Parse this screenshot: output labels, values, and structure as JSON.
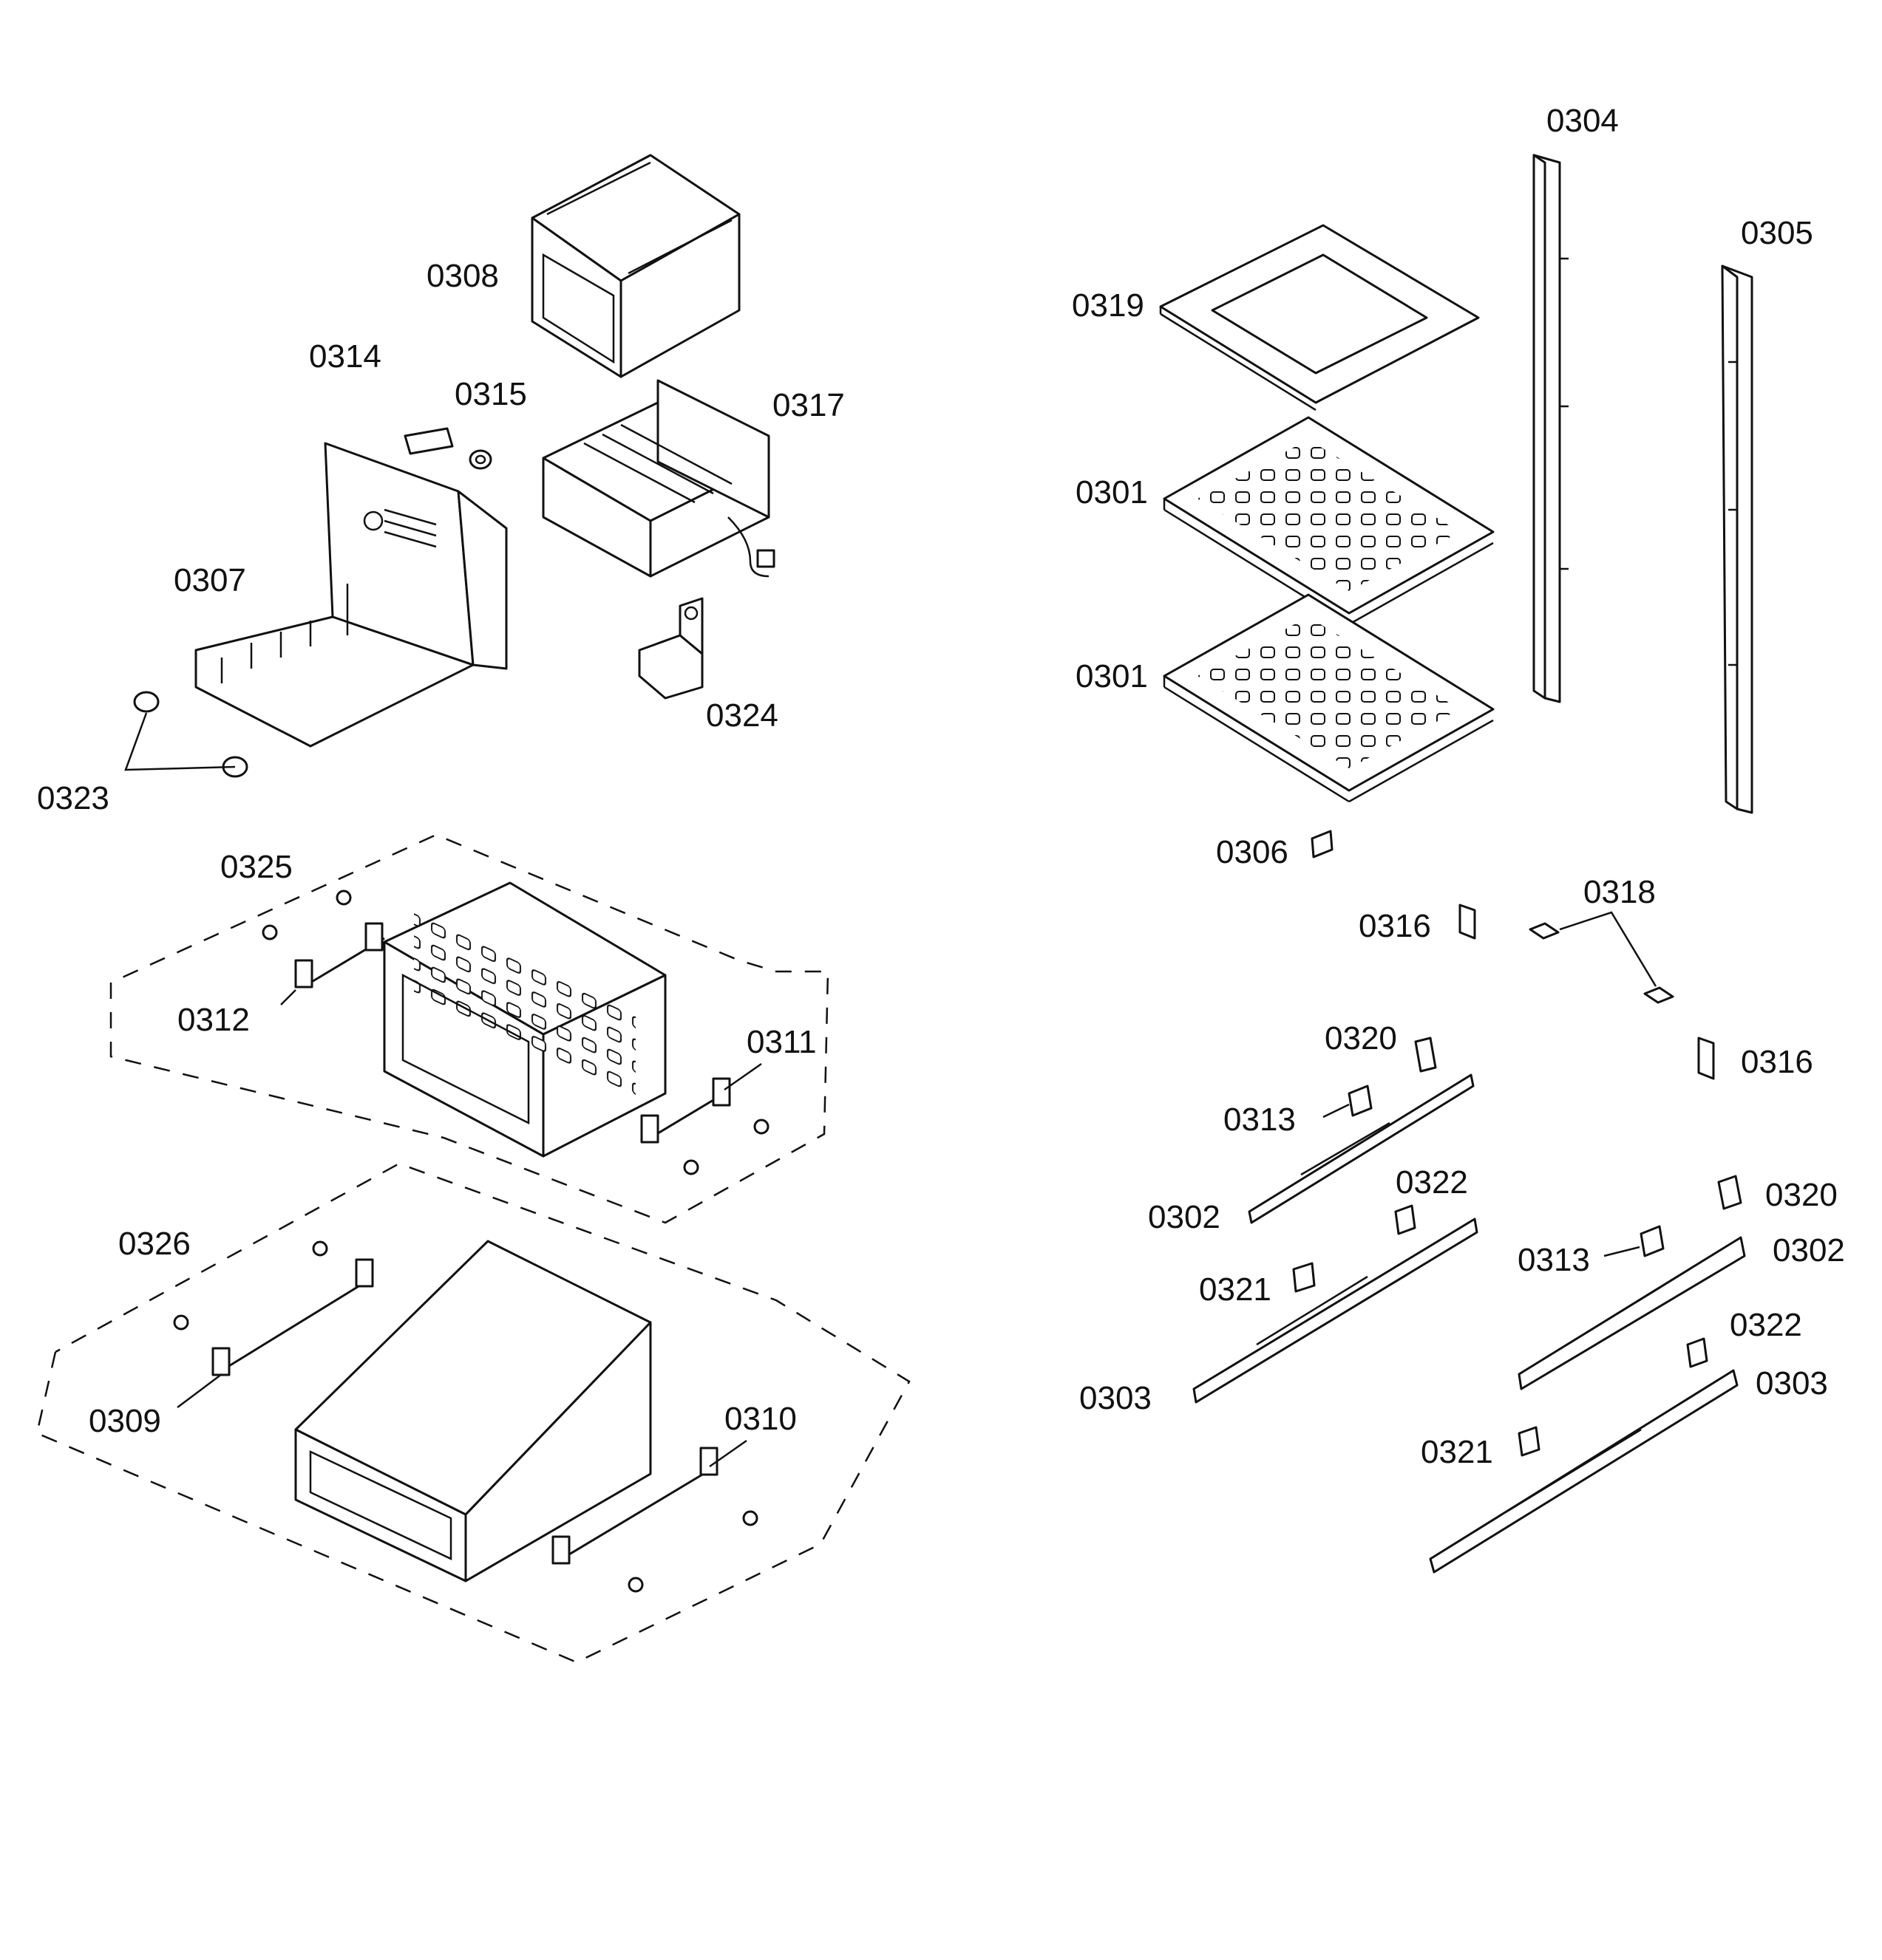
{
  "callouts": {
    "c0304": "0304",
    "c0305": "0305",
    "c0308": "0308",
    "c0319": "0319",
    "c0314": "0314",
    "c0315": "0315",
    "c0317": "0317",
    "c0301a": "0301",
    "c0307": "0307",
    "c0301b": "0301",
    "c0324": "0324",
    "c0323": "0323",
    "c0306": "0306",
    "c0325": "0325",
    "c0318": "0318",
    "c0316a": "0316",
    "c0312": "0312",
    "c0311": "0311",
    "c0320a": "0320",
    "c0316b": "0316",
    "c0313a": "0313",
    "c0322a": "0322",
    "c0302a": "0302",
    "c0320b": "0320",
    "c0326": "0326",
    "c0313b": "0313",
    "c0302b": "0302",
    "c0321a": "0321",
    "c0322b": "0322",
    "c0303a": "0303",
    "c0309": "0309",
    "c0303b": "0303",
    "c0310": "0310",
    "c0321b": "0321"
  }
}
